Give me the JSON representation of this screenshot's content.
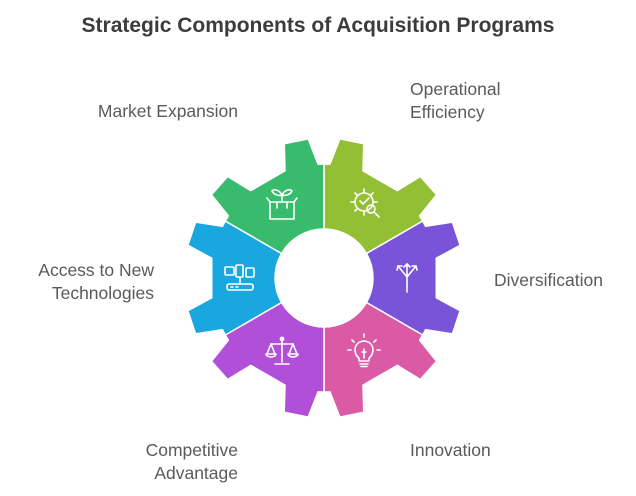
{
  "title": "Strategic Components of Acquisition Programs",
  "segments": [
    {
      "label": "Operational\nEfficiency",
      "color": "#93bf34",
      "icon": "gear-magnifier-icon"
    },
    {
      "label": "Diversification",
      "color": "#7954d8",
      "icon": "diverging-arrows-icon"
    },
    {
      "label": "Innovation",
      "color": "#da5aa5",
      "icon": "lightbulb-icon"
    },
    {
      "label": "Competitive\nAdvantage",
      "color": "#b14fd9",
      "icon": "balance-scale-icon"
    },
    {
      "label": "Access to New\nTechnologies",
      "color": "#1aa6df",
      "icon": "devices-network-icon"
    },
    {
      "label": "Market Expansion",
      "color": "#38bb6c",
      "icon": "plant-box-icon"
    }
  ]
}
